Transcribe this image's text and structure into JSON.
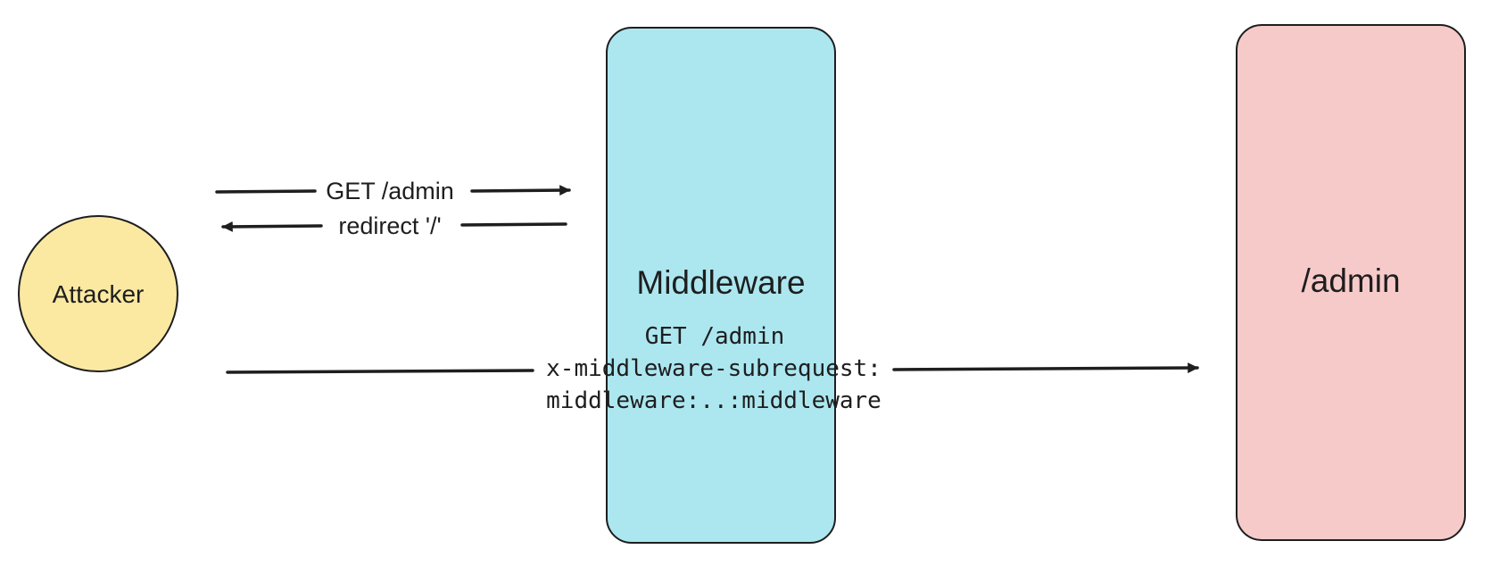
{
  "nodes": {
    "attacker": {
      "label": "Attacker",
      "fill": "#fbe9a2"
    },
    "middleware": {
      "label": "Middleware",
      "fill": "#ace7f0"
    },
    "admin": {
      "label": "/admin",
      "fill": "#f7caca"
    }
  },
  "edges": {
    "get_admin": {
      "label": "GET /admin"
    },
    "redirect": {
      "label": "redirect '/'"
    },
    "bypass": {
      "line1": "GET /admin",
      "line2": "x-middleware-subrequest:",
      "line3": "middleware:..:middleware"
    }
  },
  "colors": {
    "stroke": "#1e1e1e"
  }
}
